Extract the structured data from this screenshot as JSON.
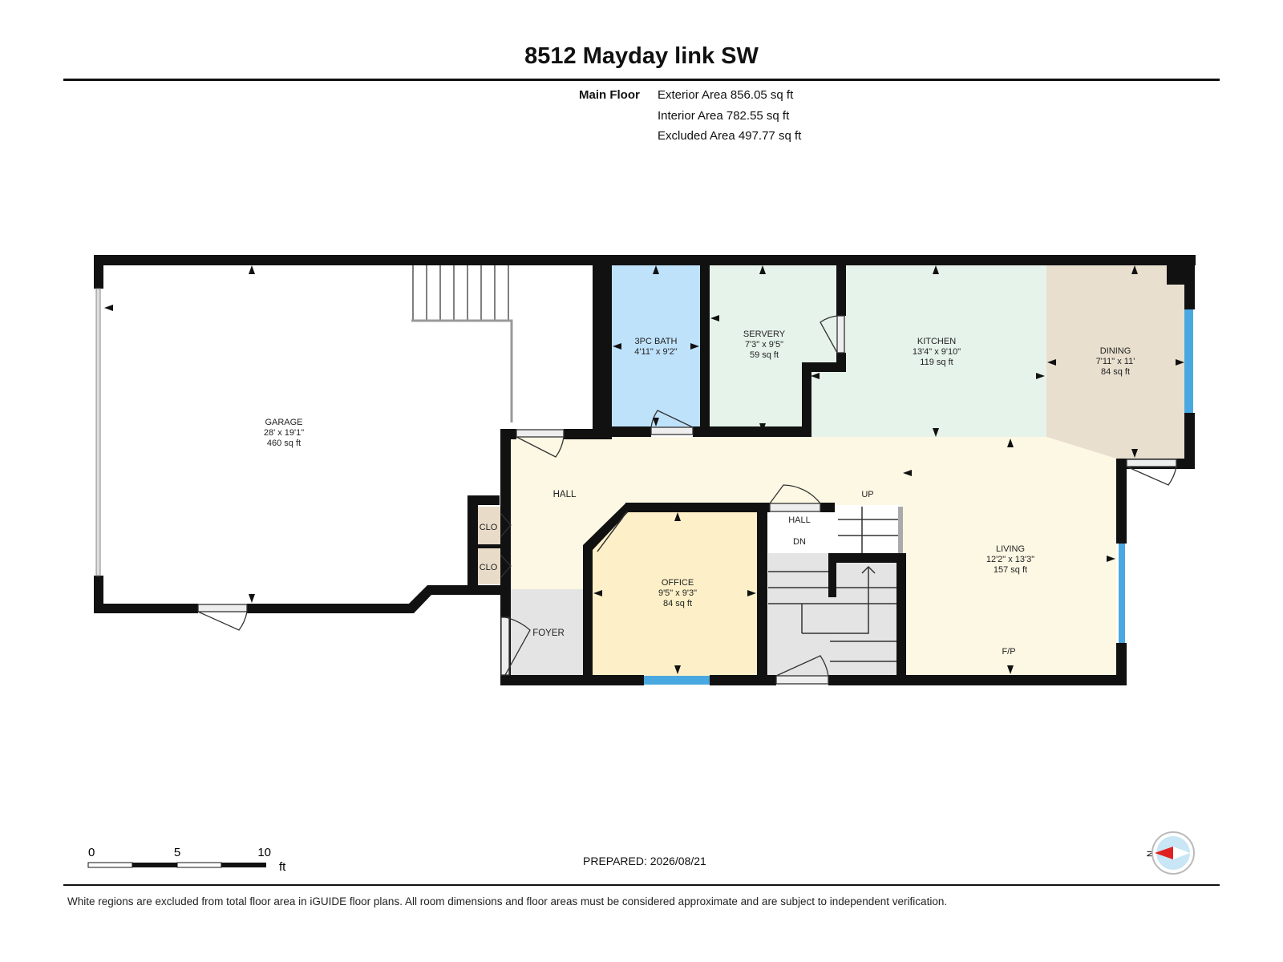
{
  "title": "8512 Mayday link SW",
  "floor": {
    "name": "Main Floor",
    "areas": [
      "Exterior Area 856.05 sq ft",
      "Interior Area 782.55 sq ft",
      "Excluded Area 497.77 sq ft"
    ]
  },
  "rooms": {
    "garage": {
      "name": "GARAGE",
      "dims": "28' x 19'1\"",
      "area": "460 sq ft"
    },
    "bath": {
      "name": "3PC BATH",
      "dims": "4'11\" x 9'2\""
    },
    "servery": {
      "name": "SERVERY",
      "dims": "7'3\" x 9'5\"",
      "area": "59 sq ft"
    },
    "kitchen": {
      "name": "KITCHEN",
      "dims": "13'4\" x 9'10\"",
      "area": "119 sq ft"
    },
    "dining": {
      "name": "DINING",
      "dims": "7'11\" x 11'",
      "area": "84 sq ft"
    },
    "office": {
      "name": "OFFICE",
      "dims": "9'5\" x 9'3\"",
      "area": "84 sq ft"
    },
    "living": {
      "name": "LIVING",
      "dims": "12'2\" x 13'3\"",
      "area": "157 sq ft"
    },
    "hall_main": "HALL",
    "hall_small": "HALL",
    "closet_1": "CLO",
    "closet_2": "CLO",
    "foyer": "FOYER",
    "stairs_up": "UP",
    "stairs_down": "DN",
    "fireplace": "F/P"
  },
  "scale": {
    "ticks": [
      "0",
      "5",
      "10"
    ],
    "unit": "ft"
  },
  "compass": {
    "label": "N"
  },
  "prepared": "PREPARED: 2026/08/21",
  "footer": "White regions are excluded from total floor area in iGUIDE floor plans. All room dimensions and floor areas must be considered approximate and are subject to independent verification.",
  "colors": {
    "wall": "#111111",
    "bath": "#bfe2fb",
    "servery_kitchen": "#e6f3ea",
    "dining": "#e8dfcf",
    "hall_living": "#fdf8e4",
    "office": "#fdf0c8",
    "closet": "#e8dcc9",
    "foyer_stair": "#e4e4e4",
    "window": "#4aa8e0"
  }
}
